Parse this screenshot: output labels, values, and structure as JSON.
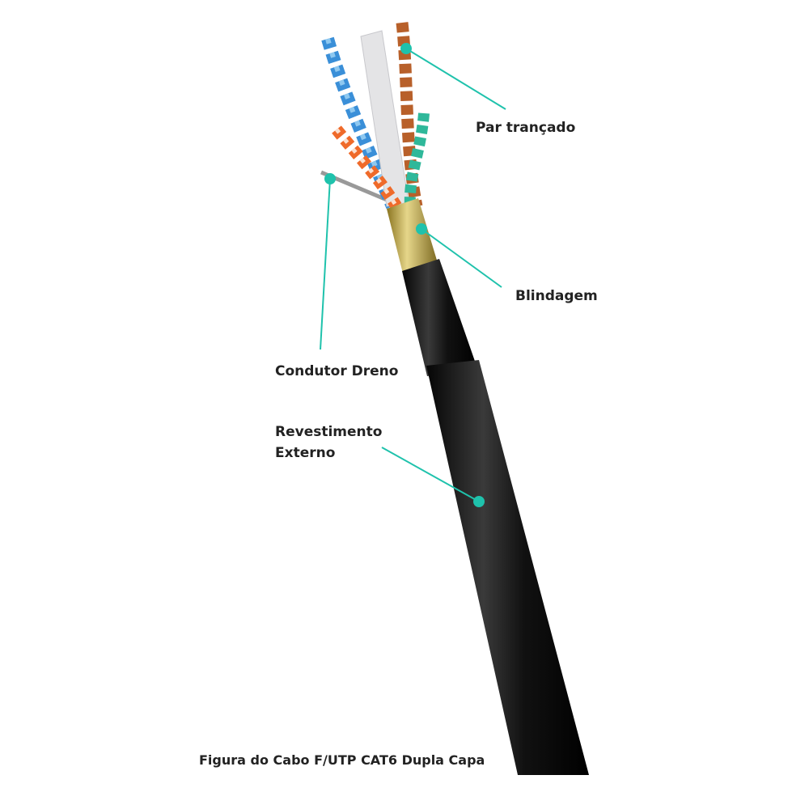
{
  "labels": {
    "twisted_pair": "Par trançado",
    "shield": "Blindagem",
    "drain_wire": "Condutor Dreno",
    "outer_jacket_line1": "Revestimento",
    "outer_jacket_line2": "Externo"
  },
  "caption": "Figura do Cabo F/UTP CAT6 Dupla Capa",
  "colors": {
    "callout": "#1fc2ac",
    "jacket": "#151515",
    "shield": "#c9b15a"
  }
}
